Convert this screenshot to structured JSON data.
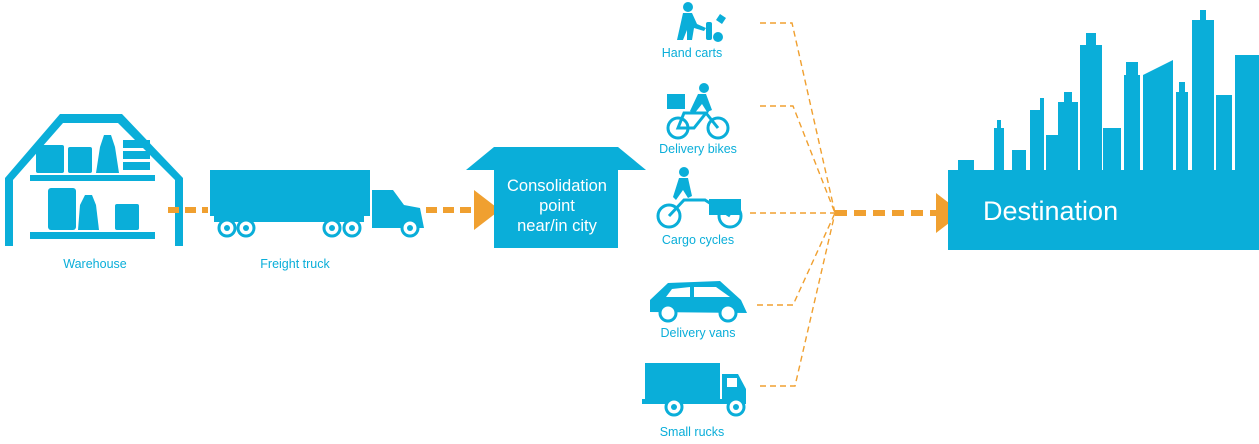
{
  "nodes": {
    "warehouse": "Warehouse",
    "freight_truck": "Freight truck",
    "consolidation": [
      "Consolidation",
      "point",
      "near/in city"
    ],
    "destination": "Destination"
  },
  "modes": [
    {
      "id": "hand-carts",
      "label": "Hand carts",
      "icon": "hand-cart-icon"
    },
    {
      "id": "delivery-bikes",
      "label": "Delivery bikes",
      "icon": "bicycle-icon"
    },
    {
      "id": "cargo-cycles",
      "label": "Cargo cycles",
      "icon": "cargo-cycle-icon"
    },
    {
      "id": "delivery-vans",
      "label": "Delivery vans",
      "icon": "van-icon"
    },
    {
      "id": "small-trucks",
      "label": "Small rucks",
      "icon": "small-truck-icon"
    }
  ],
  "colors": {
    "primary": "#0aaed9",
    "arrow": "#f0a030",
    "background": "#ffffff"
  }
}
